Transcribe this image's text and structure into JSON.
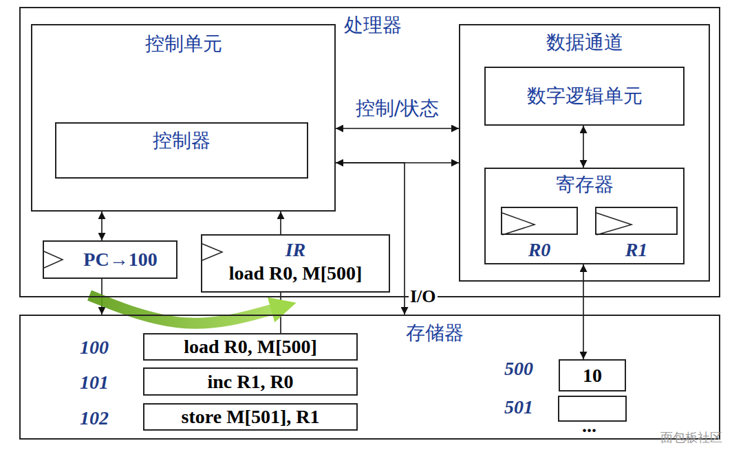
{
  "diagram": {
    "nodes": [
      {
        "text": [
          "处理器"
        ]
      },
      {
        "text": [
          "控制单元"
        ],
        "in": 0
      },
      {
        "text": [
          "控制器"
        ],
        "in": 1
      },
      {
        "text": [
          "PC→100"
        ],
        "in": 0
      },
      {
        "text": [
          "IR",
          "load R0, M[500]"
        ],
        "in": 0
      },
      {
        "text": [
          "数据通道"
        ],
        "in": 0
      },
      {
        "text": [
          "数字逻辑单元"
        ],
        "in": 5
      },
      {
        "text": [
          "寄存器"
        ],
        "in": 5
      },
      {
        "text": [
          "R0"
        ],
        "in": 7
      },
      {
        "text": [
          "R1"
        ],
        "in": 7
      },
      {
        "text": [
          "存储器"
        ]
      },
      {
        "text": [
          "load R0, M[500]"
        ],
        "in": 10
      },
      {
        "text": [
          "inc R1, R0"
        ],
        "in": 10
      },
      {
        "text": [
          "store M[501], R1"
        ],
        "in": 10
      },
      {
        "text": [
          "10"
        ],
        "in": 10
      }
    ],
    "edges": [
      {
        "from": 1,
        "to": 5,
        "arrow": "both",
        "label": "控制/状态"
      },
      {
        "from": 1,
        "to": 5,
        "arrow": "both"
      },
      {
        "from": 1,
        "to": 10,
        "arrow": "to"
      },
      {
        "from": 1,
        "to": 3,
        "arrow": "both"
      },
      {
        "from": 4,
        "to": 1,
        "arrow": "to"
      },
      {
        "from": 3,
        "to": 10,
        "arrow": "to"
      },
      {
        "from": 11,
        "to": 4,
        "arrow": "none"
      },
      {
        "from": 6,
        "to": 7,
        "arrow": "both"
      },
      {
        "from": 7,
        "to": 14,
        "arrow": "both"
      },
      {
        "from": 3,
        "to": 4,
        "arrow": "to"
      }
    ],
    "labels": [
      "I/O",
      "100",
      "101",
      "102",
      "500",
      "501",
      "...",
      "面包板社区"
    ]
  }
}
